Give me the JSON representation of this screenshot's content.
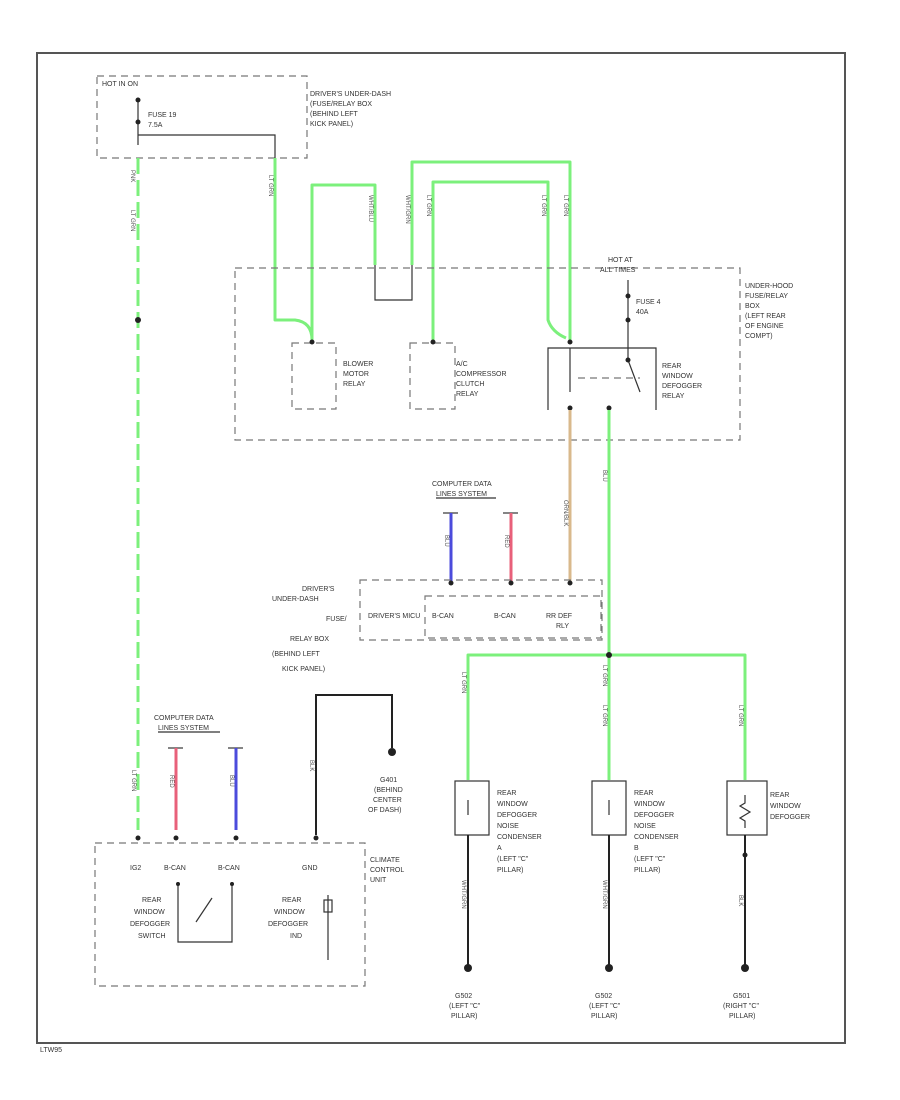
{
  "colors": {
    "green": "#7cf07c",
    "blue": "#4b4bdc",
    "red": "#e8607a",
    "tan": "#d9b98c",
    "dark": "#222222"
  },
  "labels": {
    "hot_in_on": "HOT IN ON",
    "fuse_19": "FUSE 19",
    "fuse_19_amp": "7.5A",
    "drivers_box_top": [
      "DRIVER'S UNDER-DASH",
      "(FUSE/RELAY BOX",
      "(BEHIND LEFT",
      "KICK PANEL)"
    ],
    "hot_at_all_times": [
      "HOT AT",
      "ALL TIMES"
    ],
    "fuse_4": "FUSE 4",
    "fuse_4_amp": "40A",
    "underhood_box": [
      "UNDER-HOOD",
      "FUSE/RELAY",
      "BOX",
      "(LEFT REAR",
      "OF ENGINE",
      "COMPT)"
    ],
    "blower_relay": [
      "BLOWER",
      "MOTOR",
      "RELAY"
    ],
    "ac_relay": [
      "A/C",
      "COMPRESSOR",
      "CLUTCH",
      "RELAY"
    ],
    "rear_defog_relay": [
      "REAR",
      "WINDOW",
      "DEFOGGER",
      "RELAY"
    ],
    "comp_data_1": [
      "COMPUTER DATA",
      "LINES SYSTEM"
    ],
    "drivers_box_mid": [
      "DRIVER'S",
      "UNDER-DASH",
      "FUSE/",
      "RELAY BOX",
      "(BEHIND LEFT",
      "KICK PANEL)"
    ],
    "mid_pins": [
      "DRIVER'S MICU",
      "B-CAN",
      "B-CAN",
      "RR DEF",
      "RLY"
    ],
    "comp_data_2": [
      "COMPUTER DATA",
      "LINES SYSTEM"
    ],
    "g401": [
      "G401",
      "(BEHIND",
      "CENTER",
      "OF DASH)"
    ],
    "climate_unit": [
      "CLIMATE",
      "CONTROL",
      "UNIT"
    ],
    "climate_pins": [
      "IG2",
      "B-CAN",
      "B-CAN",
      "GND"
    ],
    "climate_switch": [
      "REAR",
      "WINDOW",
      "DEFOGGER",
      "SWITCH"
    ],
    "climate_ind": [
      "REAR",
      "WINDOW",
      "DEFOGGER",
      "IND"
    ],
    "noise_cond_a": [
      "REAR",
      "WINDOW",
      "DEFOGGER",
      "NOISE",
      "CONDENSER",
      "A",
      "(LEFT \"C\"",
      "PILLAR)"
    ],
    "noise_cond_b": [
      "REAR",
      "WINDOW",
      "DEFOGGER",
      "NOISE",
      "CONDENSER",
      "B",
      "(LEFT \"C\"",
      "PILLAR)"
    ],
    "defogger": [
      "REAR",
      "WINDOW",
      "DEFOGGER"
    ],
    "g502_a": [
      "G502",
      "(LEFT \"C\"",
      "PILLAR)"
    ],
    "g502_b": [
      "G502",
      "(LEFT \"C\"",
      "PILLAR)"
    ],
    "g501": [
      "G501",
      "(RIGHT \"C\"",
      "PILLAR)"
    ],
    "footer": "LTW95"
  },
  "wire_labels": {
    "pnk_top": "PNK",
    "lt_grn_left": "LT GRN",
    "lt_grn_rel": "LT GRN",
    "wht_blu": "WHT/BLU",
    "wht_grn": "WHT/GRN",
    "lt_grn_ac": "LT GRN",
    "lt_grn_def1": "LT GRN",
    "lt_grn_def2": "LT GRN",
    "orn": "ORN/BLK",
    "blu_out": "BLU",
    "blu_can": "BLU",
    "red_can": "RED",
    "lt_grn_mid": "LT GRN",
    "lt_grn_cond_a": "LT GRN",
    "lt_grn_cond_b": "LT GRN",
    "lt_grn_defog": "LT GRN",
    "red_left": "RED",
    "blu_left": "BLU",
    "lt_grn_ig2": "LT GRN",
    "blk_gnd": "BLK",
    "wht_gnd_a": "WHT/GRN",
    "wht_gnd_b": "WHT/GRN",
    "blk_g501": "BLK"
  }
}
